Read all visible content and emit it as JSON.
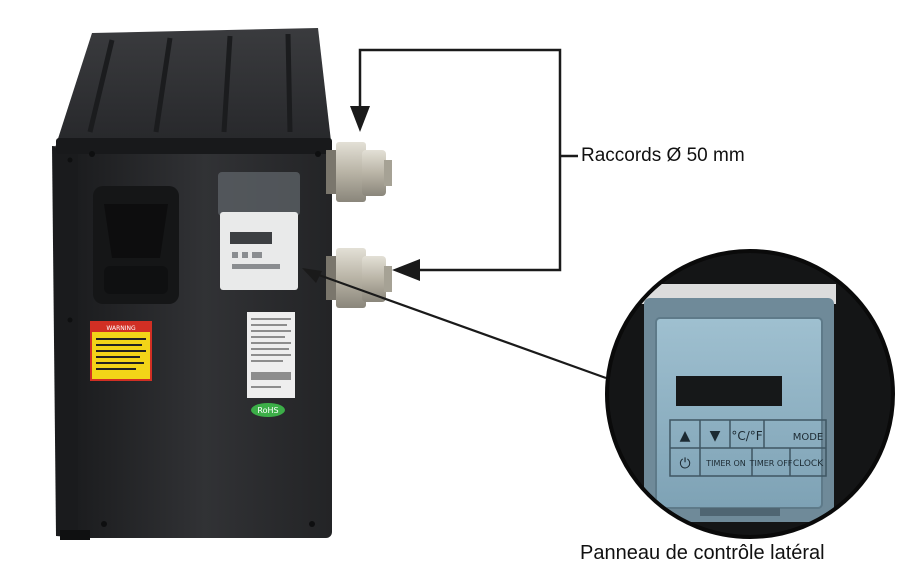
{
  "annotations": {
    "connectors": "Raccords Ø 50 mm",
    "panel_caption": "Panneau de contrôle latéral"
  },
  "panel_keys": {
    "up": "▲",
    "down": "▼",
    "unit": "°C/°F",
    "mode": "MODE",
    "power": "⏻",
    "timer_on": "TIMER ON",
    "timer_off": "TIMER OFF",
    "clock": "CLOCK"
  },
  "unit_labels": {
    "warning_title": "WARNING",
    "rohs": "RoHS"
  },
  "colors": {
    "body": "#2b2c2e",
    "arrow": "#1a1a1a",
    "panel_lcd": "#8fb2c4",
    "warning": "#f2d418",
    "rohs_badge": "#3cae48"
  }
}
